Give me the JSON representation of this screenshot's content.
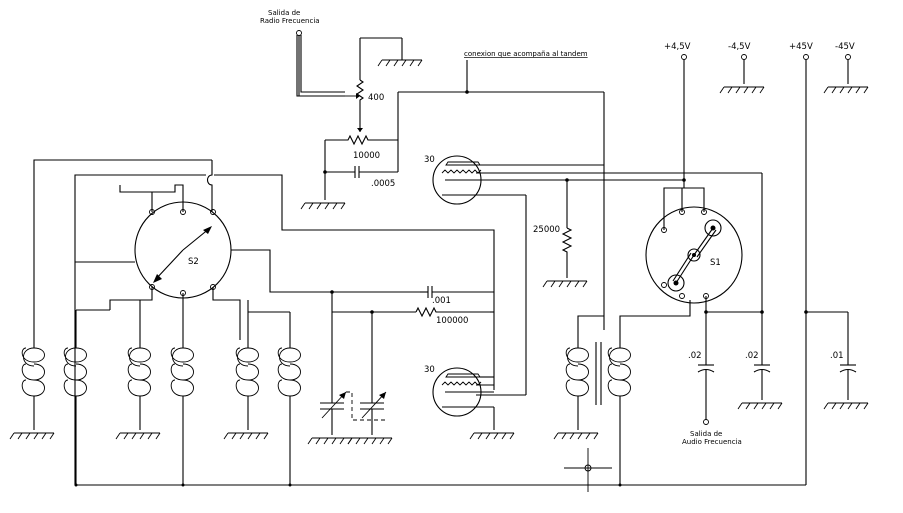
{
  "labels": {
    "rf_out": [
      "Salida de",
      "Radio Frecuencia"
    ],
    "tandem_note": "conexion que acompaña al tandem",
    "pot_400": "400",
    "res_10000": "10000",
    "cap_0005": ".0005",
    "tube_top": "30",
    "tube_bottom": "30",
    "res_25000": "25000",
    "cap_001": ".001",
    "res_100000": "100000",
    "switch_s2": "S2",
    "switch_s1": "S1",
    "cap_02a": ".02",
    "cap_02b": ".02",
    "cap_01": ".01",
    "af_out": [
      "Salida de",
      "Audio Frecuencia"
    ]
  },
  "supplies": [
    "+4,5V",
    "-4,5V",
    "+45V",
    "-45V"
  ]
}
